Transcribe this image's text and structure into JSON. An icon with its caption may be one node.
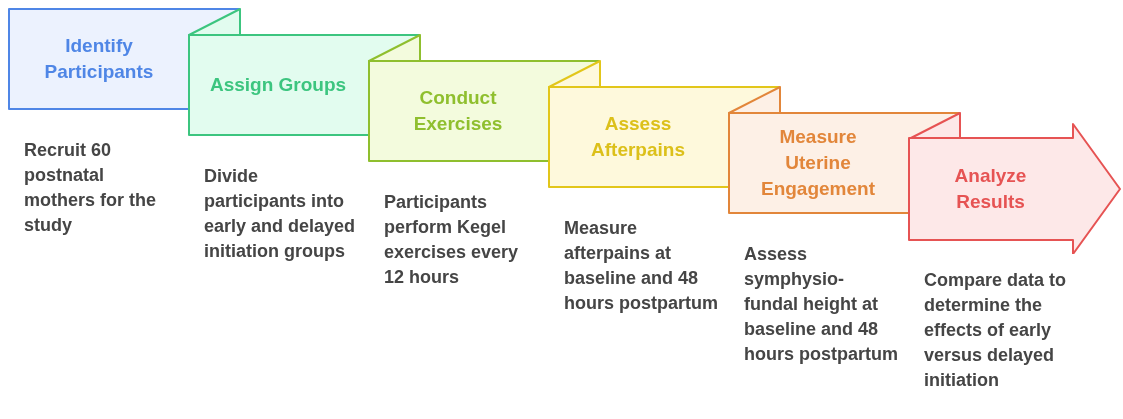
{
  "diagram": {
    "nodes": [
      {
        "text": [
          "Identify Participants"
        ]
      },
      {
        "text": [
          "Assign Groups"
        ]
      },
      {
        "text": [
          "Conduct Exercises"
        ]
      },
      {
        "text": [
          "Assess Afterpains"
        ]
      },
      {
        "text": [
          "Measure Uterine Engagement"
        ]
      },
      {
        "text": [
          "Analyze Results"
        ]
      }
    ],
    "labels": [
      "Recruit 60 postnatal mothers for the study",
      "Divide participants into early and delayed initiation groups",
      "Participants perform Kegel exercises every 12 hours",
      "Measure afterpains at baseline and 48 hours postpartum",
      "Assess symphysio-fundal height at baseline and 48 hours postpartum",
      "Compare data to determine the effects of early versus delayed initiation"
    ]
  }
}
